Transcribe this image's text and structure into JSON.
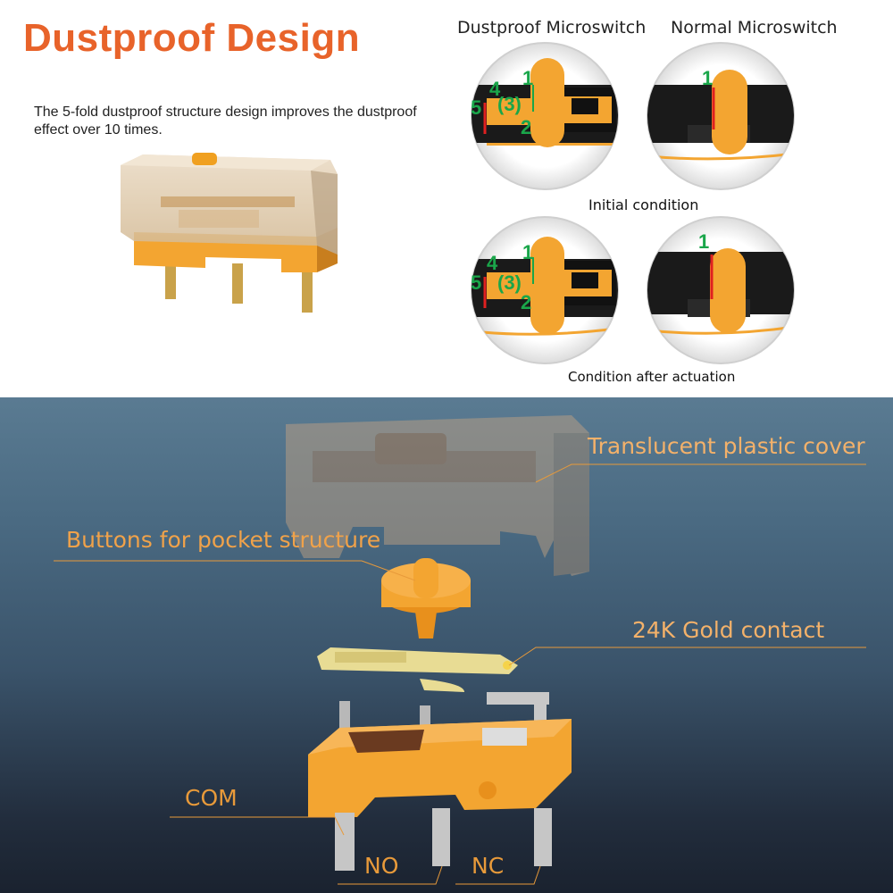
{
  "header": {
    "title": "Dustproof Design",
    "description": "The 5-fold dustproof structure design improves the dustproof effect over 10 times."
  },
  "comparison": {
    "left_heading": "Dustproof Microswitch",
    "right_heading": "Normal Microswitch",
    "row1_caption": "Initial condition",
    "row2_caption": "Condition after actuation",
    "markers": {
      "one": "1",
      "two": "2",
      "three": "(3)",
      "four": "4",
      "five": "5"
    }
  },
  "exploded_view": {
    "cover_label": "Translucent plastic cover",
    "button_label": "Buttons for pocket structure",
    "contact_label": "24K Gold contact",
    "com_label": "COM",
    "no_label": "NO",
    "nc_label": "NC"
  },
  "colors": {
    "title": "#e8632a",
    "accent_orange": "#f5a623",
    "marker_green": "#1aa64a",
    "marker_red": "#e02020"
  }
}
